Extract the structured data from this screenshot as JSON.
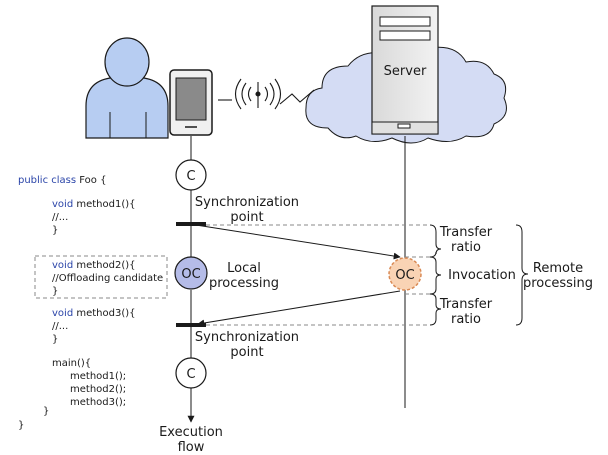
{
  "server": {
    "label": "Server"
  },
  "nodes": {
    "client_start": "C",
    "offload_local": "OC",
    "offload_remote": "OC",
    "client_end": "C"
  },
  "labels": {
    "sync_top_1": "Synchronization",
    "sync_top_2": "point",
    "sync_bottom_1": "Synchronization",
    "sync_bottom_2": "point",
    "local_1": "Local",
    "local_2": "processing",
    "transfer_top_1": "Transfer",
    "transfer_top_2": "ratio",
    "invocation": "Invocation",
    "transfer_bottom_1": "Transfer",
    "transfer_bottom_2": "ratio",
    "remote_1": "Remote",
    "remote_2": "processing",
    "execution_1": "Execution",
    "execution_2": "flow"
  },
  "code": {
    "class_kw": "public class",
    "class_name": "Foo {",
    "m1_kw": "void",
    "m1_sig": "method1(){",
    "m1_body": "//...",
    "m1_close": "}",
    "m2_kw": "void",
    "m2_sig": "method2(){",
    "m2_body": "//Offloading candidate",
    "m2_close": "}",
    "m3_kw": "void",
    "m3_sig": "method3(){",
    "m3_body": "//...",
    "m3_close": "}",
    "main_sig": "main(){",
    "main_call1": "method1();",
    "main_call2": "method2();",
    "main_call3": "method3();",
    "main_close": "}",
    "class_close": "}"
  },
  "colors": {
    "user_fill": "#b7cdf2",
    "cloud_fill": "#d4dcf4",
    "oc_local_fill": "#b5bce8",
    "oc_remote_fill": "#f9d3b4",
    "oc_remote_stroke": "#d98a55",
    "code_keyword": "#2a44a8"
  }
}
